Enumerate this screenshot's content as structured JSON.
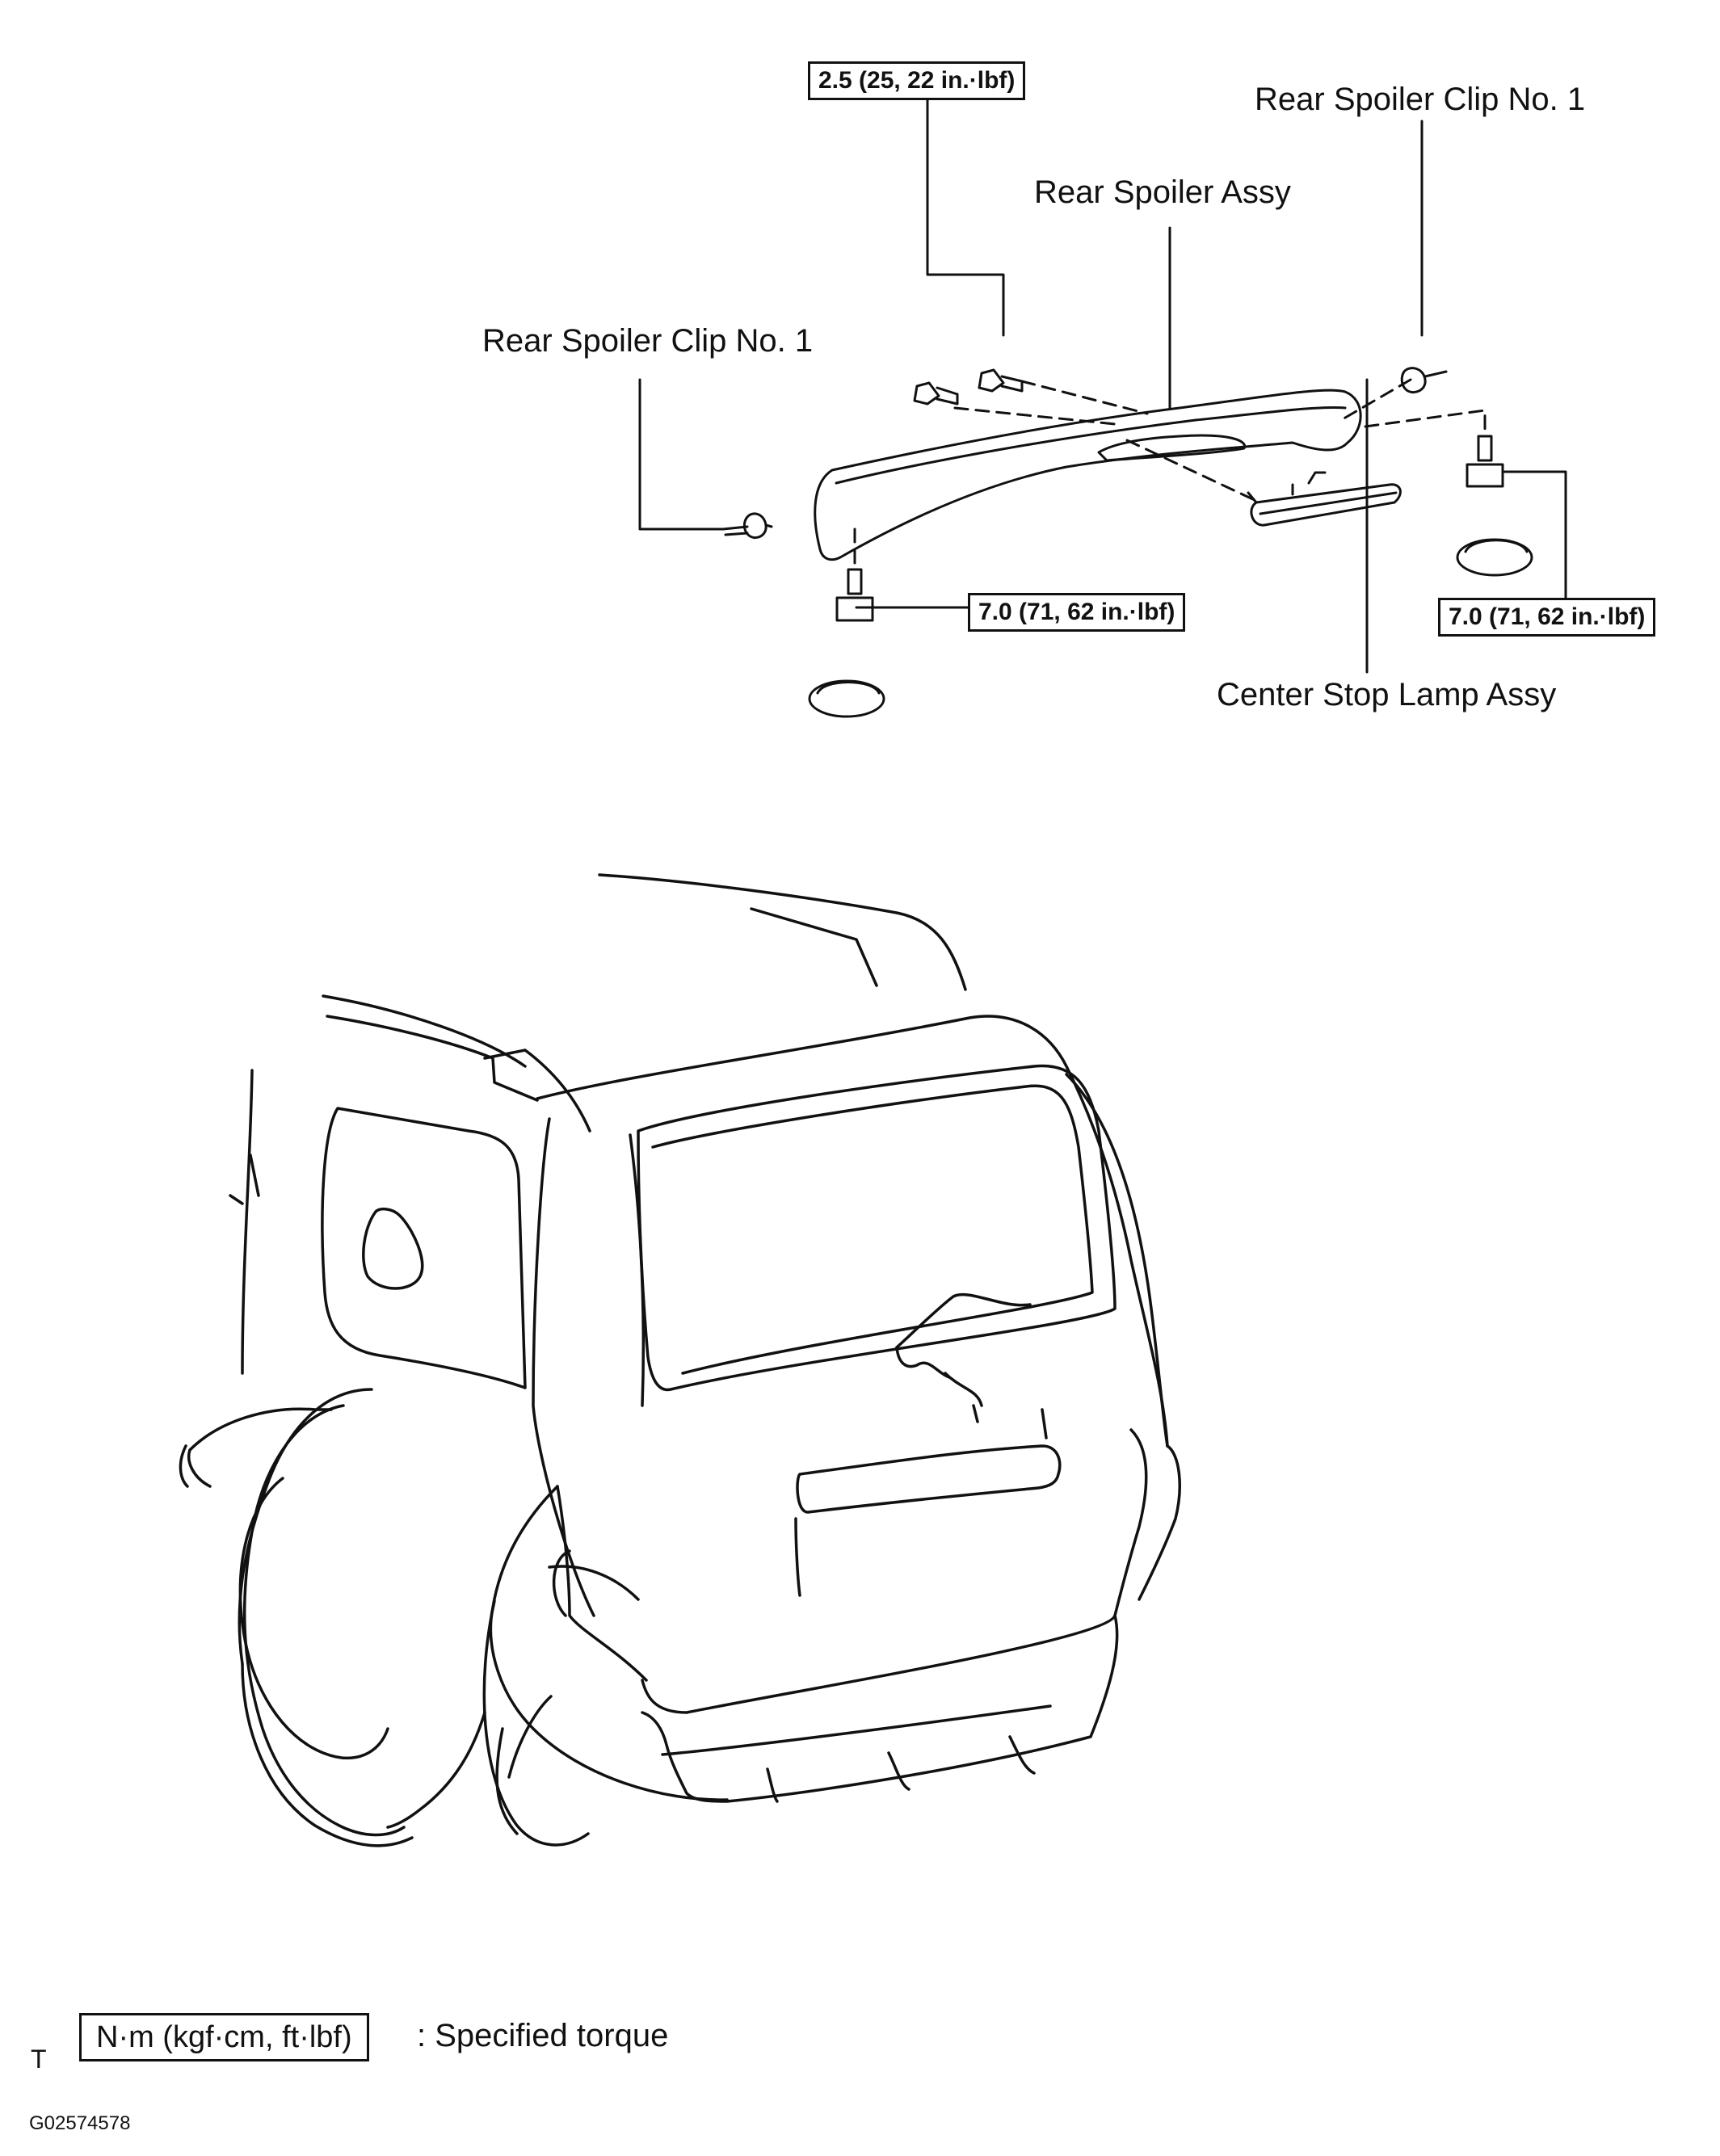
{
  "labels": {
    "clip_top_right": "Rear Spoiler Clip No. 1",
    "spoiler": "Rear Spoiler Assy",
    "clip_left": "Rear Spoiler Clip No. 1",
    "stop_lamp": "Center Stop Lamp Assy"
  },
  "torque": {
    "top": "2.5 (25, 22 in.·lbf)",
    "bottom_left": "7.0 (71, 62 in.·lbf)",
    "bottom_right": "7.0 (71, 62 in.·lbf)"
  },
  "legend": {
    "unit_box": "N·m (kgf·cm, ft·lbf)",
    "desc": ": Specified torque"
  },
  "footer": {
    "letter": "T",
    "code": "G02574578"
  }
}
